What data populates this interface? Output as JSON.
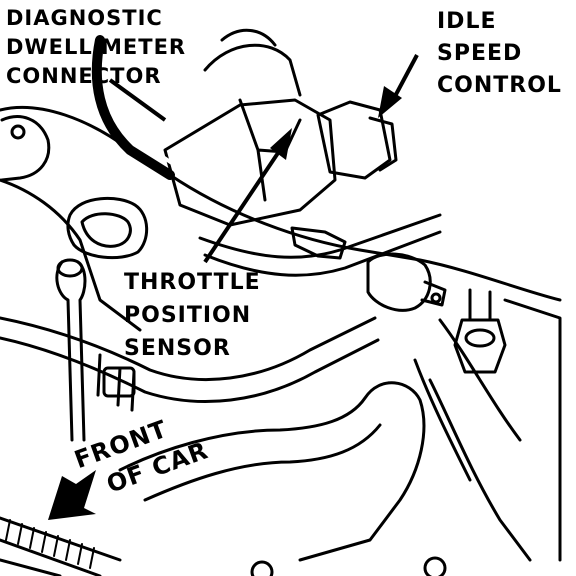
{
  "labels": {
    "diagnostic_connector": [
      "DIAGNOSTIC",
      "DWELL METER",
      "CONNECTOR"
    ],
    "idle_speed_control": [
      "IDLE",
      "SPEED",
      "CONTROL"
    ],
    "throttle_position_sensor": [
      "THROTTLE",
      "POSITION",
      "SENSOR"
    ],
    "front_of_car": [
      "FRONT",
      "OF CAR"
    ]
  },
  "colors": {
    "ink": "#000000",
    "paper": "#ffffff"
  },
  "icons": [
    "pointer-arrow-icon",
    "direction-arrow-icon"
  ]
}
